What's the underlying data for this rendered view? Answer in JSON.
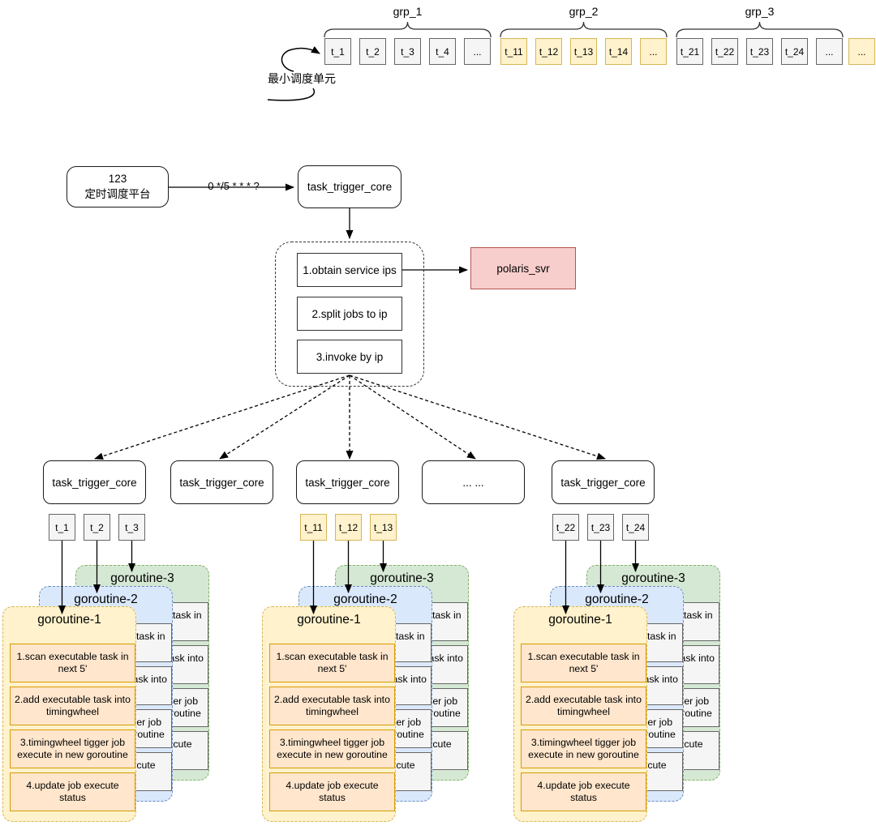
{
  "colors": {
    "yellow_fill": "#fff2cc",
    "yellow_stroke": "#d6b656",
    "gray_fill": "#f5f5f5",
    "gray_stroke": "#666666",
    "blue_fill": "#dae8fc",
    "blue_stroke": "#6c8ebf",
    "green_fill": "#d5e8d4",
    "green_stroke": "#82b366",
    "orange_fill": "#ffe6cc",
    "orange_stroke": "#d79b00",
    "pink_fill": "#f8cecc",
    "pink_stroke": "#b85450"
  },
  "top_groups": [
    {
      "label": "grp_1",
      "style": "gray",
      "tasks": [
        "t_1",
        "t_2",
        "t_3",
        "t_4",
        "..."
      ]
    },
    {
      "label": "grp_2",
      "style": "yellow",
      "tasks": [
        "t_11",
        "t_12",
        "t_13",
        "t_14",
        "..."
      ]
    },
    {
      "label": "grp_3",
      "style": "gray",
      "tasks": [
        "t_21",
        "t_22",
        "t_23",
        "t_24",
        "..."
      ]
    }
  ],
  "top_extra_task": {
    "label": "...",
    "style": "yellow"
  },
  "min_unit_note": "最小调度单元",
  "scheduler_box": {
    "line1": "123",
    "line2": "定时调度平台"
  },
  "cron_label": "0 */5 * * * ?",
  "trigger_core_label": "task_trigger_core",
  "pipeline_steps": [
    "1.obtain service ips",
    "2.split jobs to ip",
    "3.invoke by ip"
  ],
  "polaris_label": "polaris_svr",
  "worker_row": [
    {
      "label": "task_trigger_core"
    },
    {
      "label": "task_trigger_core"
    },
    {
      "label": "task_trigger_core"
    },
    {
      "label": "... ..."
    },
    {
      "label": "task_trigger_core"
    }
  ],
  "stacks": [
    {
      "tasks": [
        {
          "label": "t_1",
          "style": "gray"
        },
        {
          "label": "t_2",
          "style": "gray"
        },
        {
          "label": "t_3",
          "style": "gray"
        }
      ]
    },
    {
      "tasks": [
        {
          "label": "t_11",
          "style": "yellow"
        },
        {
          "label": "t_12",
          "style": "yellow"
        },
        {
          "label": "t_13",
          "style": "yellow"
        }
      ]
    },
    {
      "tasks": [
        {
          "label": "t_22",
          "style": "gray"
        },
        {
          "label": "t_23",
          "style": "gray"
        },
        {
          "label": "t_24",
          "style": "gray"
        }
      ]
    }
  ],
  "goroutines": [
    {
      "title": "goroutine-1",
      "theme": "yellow"
    },
    {
      "title": "goroutine-2",
      "theme": "blue"
    },
    {
      "title": "goroutine-3",
      "theme": "green"
    }
  ],
  "goroutine_steps": [
    "1.scan executable task in next 5'",
    "2.add executable task into timingwheel",
    "3.timingwheel tigger job execute in new goroutine",
    "4.update job execute status"
  ]
}
